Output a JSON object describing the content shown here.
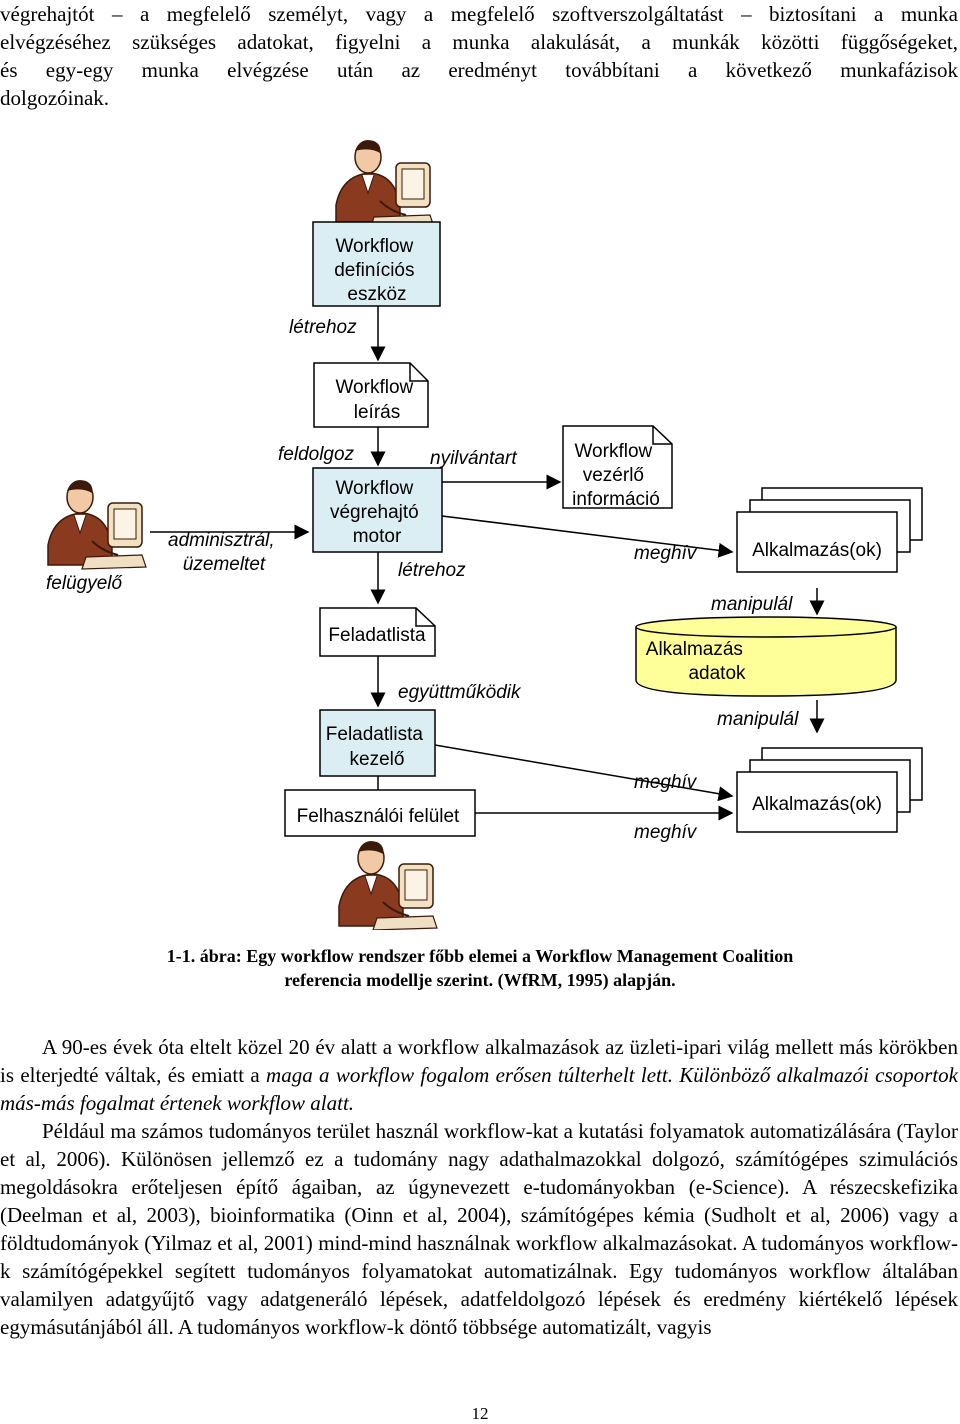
{
  "top_paragraph": {
    "line1": "végrehajtót – a megfelelő személyt, vagy a megfelelő szoftverszolgáltatást – biztosítani a munka",
    "line2": "elvégzéséhez szükséges adatokat, figyelni a munka alakulását, a munkák közötti függőségeket,",
    "line3": "és egy-egy munka elvégzése után az eredményt továbbítani a következő munkafázisok",
    "line4": "dolgozóinak."
  },
  "diagram": {
    "def_tool": [
      "Workflow",
      "definíciós",
      "eszköz"
    ],
    "creates_top": "létrehoz",
    "description_doc": [
      "Workflow",
      "leírás"
    ],
    "processes": "feldolgoz",
    "registers": "nyilvántart",
    "engine": [
      "Workflow",
      "végrehajtó",
      "motor"
    ],
    "control_doc": [
      "Workflow",
      "vezérlő",
      "információ"
    ],
    "supervisor": "felügyelő",
    "admin": [
      "adminisztrál,",
      "üzemeltet"
    ],
    "creates_mid": "létrehoz",
    "invokes_top": "meghív",
    "apps_top": "Alkalmazás(ok)",
    "manipulates_top": "manipulál",
    "worklist": "Feladatlista",
    "app_data": [
      "Alkalmazás",
      "adatok"
    ],
    "cooperates": "együttműködik",
    "manipulates_bottom": "manipulál",
    "worklist_handler": [
      "Feladatlista",
      "kezelő"
    ],
    "invokes_mid": "meghív",
    "apps_bottom": "Alkalmazás(ok)",
    "user_interface": "Felhasználói felület",
    "invokes_bottom": "meghív",
    "colors": {
      "box_fill": "#dbeef3",
      "box_stroke": "#000000"
    },
    "icons": [
      "person-at-computer-icon",
      "person-at-computer-icon",
      "person-at-computer-icon"
    ]
  },
  "caption": {
    "line1": "1-1. ábra: Egy workflow rendszer főbb elemei a Workflow Management Coalition",
    "line2": "referencia modellje szerint. (WfRM, 1995) alapján."
  },
  "body": {
    "p1_a": "A 90-es évek óta eltelt közel 20 év alatt a workflow alkalmazások az üzleti-ipari világ mellett más körökben is elterjedté váltak, és emiatt a ",
    "p1_b": "maga a workflow fogalom erősen túlterhelt lett. Különböző alkalmazói csoportok más-más fogalmat értenek workflow alatt.",
    "p2": "Például ma számos tudományos terület használ workflow-kat a kutatási folyamatok automatizálására (Taylor et al, 2006). Különösen jellemző ez a tudomány nagy adathalmazokkal dolgozó, számítógépes szimulációs megoldásokra erőteljesen építő ágaiban, az úgynevezett e-tudományokban (e-Science). A részecskefizika (Deelman et al, 2003), bioinformatika (Oinn et al, 2004), számítógépes kémia (Sudholt et al, 2006) vagy a földtudományok (Yilmaz et al, 2001) mind-mind használnak workflow alkalmazásokat. A tudományos workflow-k számítógépekkel segített tudományos folyamatokat automatizálnak. Egy tudományos workflow általában valamilyen adatgyűjtő vagy adatgeneráló lépések, adatfeldolgozó lépések és eredmény kiértékelő lépések egymásutánjából áll. A tudományos workflow-k döntő többsége automatizált, vagyis"
  },
  "page_number": "12"
}
